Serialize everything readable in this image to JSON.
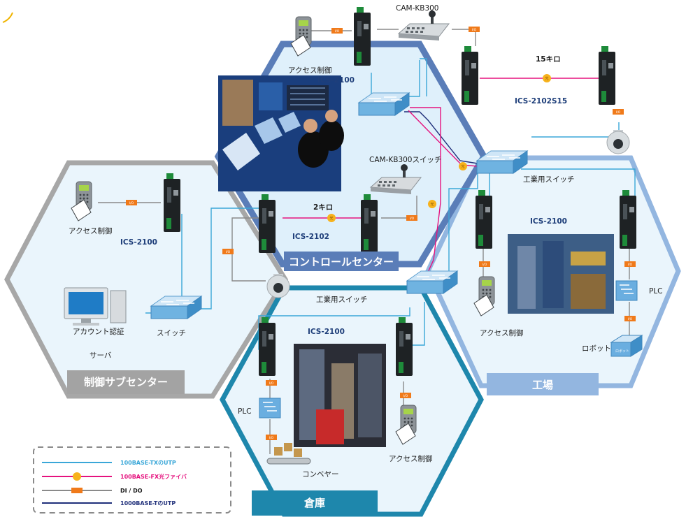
{
  "zones": {
    "control": "コントロールセンター",
    "sub": "制御サブセンター",
    "factory": "工場",
    "warehouse": "倉庫"
  },
  "labels": {
    "cam_kb300": "CAM-KB300",
    "distance_15km": "15キロ",
    "ics_2102s15": "ICS-2102S15",
    "access_top": "アクセス制御",
    "ics_top": "ICS-2100",
    "cam_kb300_switch": "CAM-KB300スイッチ",
    "distance_2km": "2キロ",
    "ics_2102": "ICS-2102",
    "industrial_switch_right": "工業用スイッチ",
    "ics_factory": "ICS-2100",
    "plc_factory": "PLC",
    "access_factory": "アクセス制御",
    "robot_text": "ロボット",
    "robot_box": "ロボット",
    "access_sub": "アクセス制御",
    "ics_sub": "ICS-2100",
    "account_auth": "アカウント認証",
    "switch_sub": "スイッチ",
    "server": "サーバ",
    "industrial_switch_wh": "工業用スイッチ",
    "ics_wh": "ICS-2100",
    "plc_wh": "PLC",
    "access_wh": "アクセス制御",
    "conveyor": "コンベヤー"
  },
  "tags": {
    "io": "I/O",
    "fiber": "光"
  },
  "legend": {
    "tx": "100BASE-TXのUTP",
    "fx": "100BASE-FX光ファイバ",
    "dido": "DI / DO",
    "t1000": "1000BASE-TのUTP"
  },
  "colors": {
    "utp100": "#3aa7d8",
    "fiber": "#e5127e",
    "dido": "#8a8a8a",
    "utp1000": "#1f2f7a",
    "io_tag": "#f07a1a",
    "fiber_dot": "#f7b21c",
    "hex_control": "#5a7db8",
    "hex_sub": "#9a9a9a",
    "hex_factory": "#8cb0dc",
    "hex_warehouse": "#1b86aa"
  }
}
